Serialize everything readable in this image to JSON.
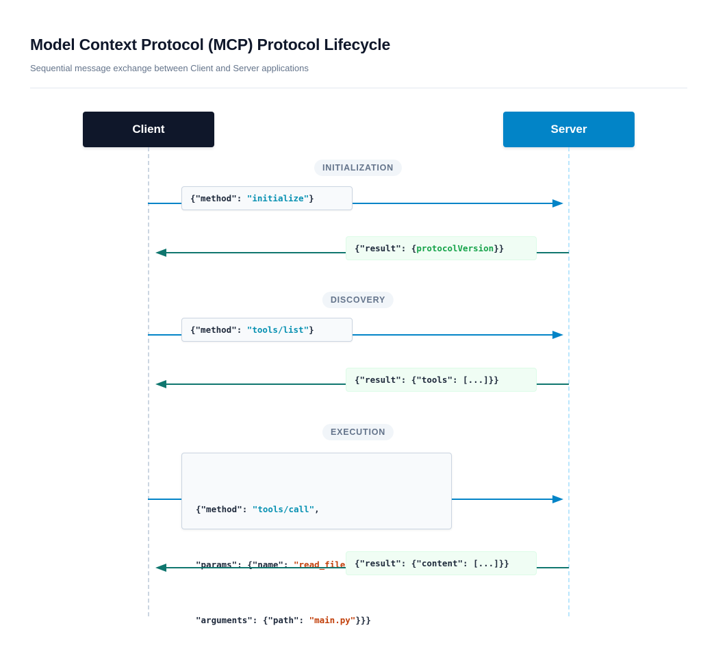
{
  "header": {
    "title": "Model Context Protocol (MCP) Protocol Lifecycle",
    "subtitle": "Sequential message exchange between Client and Server applications"
  },
  "participants": {
    "client": "Client",
    "server": "Server"
  },
  "phases": {
    "initialization": "INITIALIZATION",
    "discovery": "DISCOVERY",
    "execution": "EXECUTION"
  },
  "messages": {
    "initialize_request": {
      "pre": "{\"method\": ",
      "value": "\"initialize\"",
      "post": "}"
    },
    "initialize_response": {
      "pre": "{\"result\": {",
      "value": "protocolVersion",
      "post": "}}"
    },
    "tools_list_request": {
      "pre": "{\"method\": ",
      "value": "\"tools/list\"",
      "post": "}"
    },
    "tools_list_response": {
      "text": "{\"result\": {\"tools\": [...]}}"
    },
    "tools_call_request": {
      "line1_pre": "{\"method\": ",
      "line1_value": "\"tools/call\"",
      "line1_post": ",",
      "line2_pre": "\"params\": {\"name\": ",
      "line2_value": "\"read_file\"",
      "line2_post": ",",
      "line3_pre": "\"arguments\": {\"path\": ",
      "line3_value": "\"main.py\"",
      "line3_post": "}}}"
    },
    "tools_call_response": {
      "text": "{\"result\": {\"content\": [...]}}"
    }
  },
  "colors": {
    "client": "#0f172a",
    "server": "#0284c7",
    "request_arrow": "#0284c7",
    "response_arrow": "#0f766e",
    "response_bg": "#f0fdf4"
  }
}
